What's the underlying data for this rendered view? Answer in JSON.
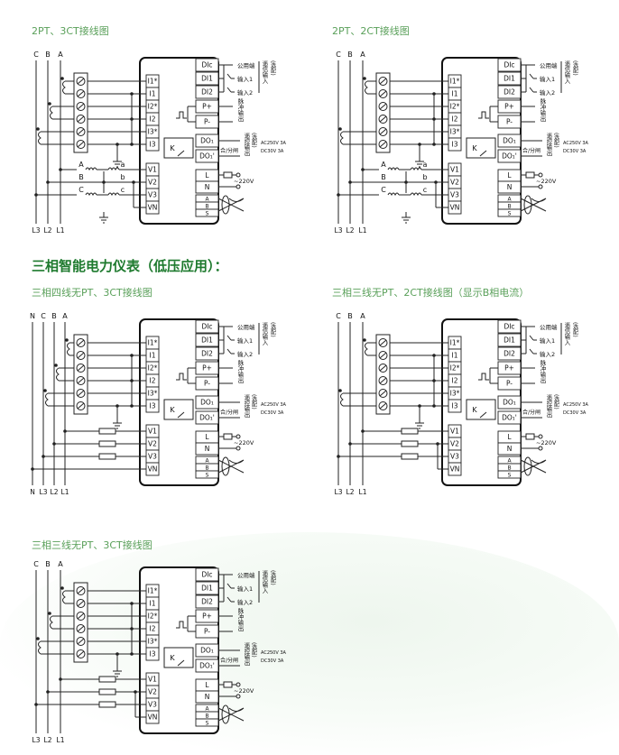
{
  "section_heading": "三相智能电力仪表（低压应用）：",
  "meter_labels": {
    "ct_terminals": [
      "I1*",
      "I1",
      "I2*",
      "I2",
      "I3*",
      "I3"
    ],
    "v_terminals": [
      "V1",
      "V2",
      "V3",
      "VN"
    ],
    "di_terminals": [
      "DIc",
      "DI1",
      "DI2"
    ],
    "pulse_terminals": [
      "P+",
      "P-"
    ],
    "do_terminals": [
      "DO₁",
      "DO₁'"
    ],
    "power_terminals": [
      "L",
      "N"
    ],
    "comm_terminals": [
      "A",
      "B",
      "S"
    ],
    "di_texts": [
      "公用端",
      "输入1",
      "输入2"
    ],
    "di_group": "遥信输入",
    "optional": "(选配)",
    "pulse_group": "脉冲输出",
    "relay": "K",
    "do_switch": "合/分闸",
    "do_group": "遥控输出",
    "ac_rating": "AC250V 3A",
    "dc_rating": "DC30V 3A",
    "supply": "~220V",
    "pt_primary": [
      "A",
      "B",
      "C"
    ],
    "pt_secondary": [
      "a",
      "b",
      "c"
    ]
  },
  "diagrams": [
    {
      "title": "2PT、3CT接线图",
      "phases_top": [
        "C",
        "B",
        "A"
      ],
      "phases_bottom": [
        "L3",
        "L2",
        "L1"
      ],
      "cts": 3,
      "voltage": "pt"
    },
    {
      "title": "2PT、2CT接线图",
      "phases_top": [
        "C",
        "B",
        "A"
      ],
      "phases_bottom": [
        "L3",
        "L2",
        "L1"
      ],
      "cts": 2,
      "voltage": "pt"
    },
    {
      "title": "三相四线无PT、3CT接线图",
      "phases_top": [
        "N",
        "C",
        "B",
        "A"
      ],
      "phases_bottom": [
        "N",
        "L3",
        "L2",
        "L1"
      ],
      "cts": 3,
      "voltage": "direct4"
    },
    {
      "title": "三相三线无PT、2CT接线图（显示B相电流）",
      "phases_top": [
        "C",
        "B",
        "A"
      ],
      "phases_bottom": [
        "L3",
        "L2",
        "L1"
      ],
      "cts": 2,
      "voltage": "direct3"
    },
    {
      "title": "三相三线无PT、3CT接线图",
      "phases_top": [
        "C",
        "B",
        "A"
      ],
      "phases_bottom": [
        "L3",
        "L2",
        "L1"
      ],
      "cts": 3,
      "voltage": "direct3"
    }
  ]
}
